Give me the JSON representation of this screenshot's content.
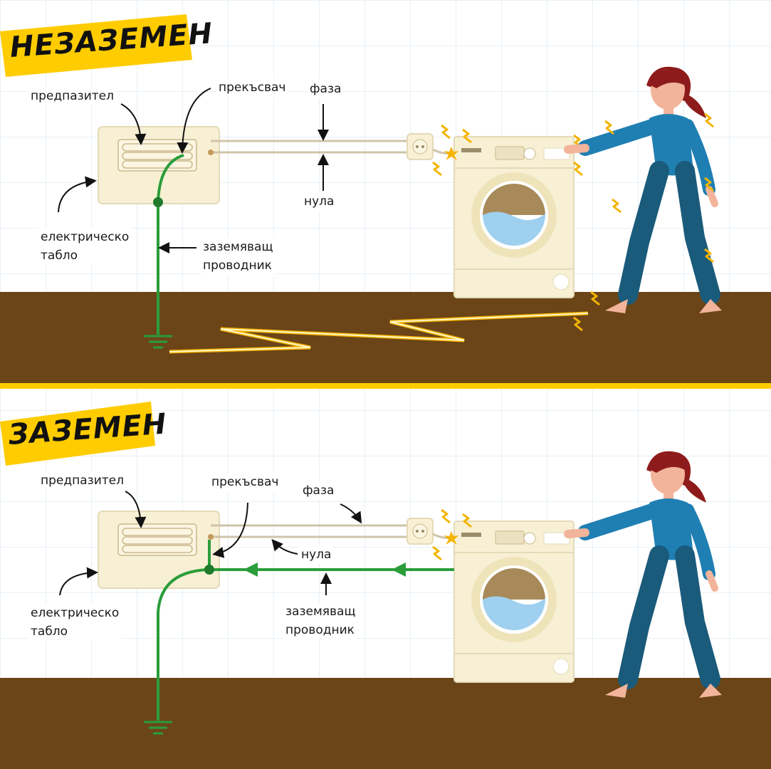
{
  "colors": {
    "background": "#ffffff",
    "grid": "#d9e6f0",
    "ground": "#6b4518",
    "title_band": "#ffcc00",
    "divider": "#ffcc00",
    "ground_wire": "#2a9d3a",
    "phase_wire": "#cfc4a8",
    "appliance": "#f7f0d4",
    "spark": "#f4b400",
    "shirt": "#1f7fb3",
    "pants": "#1a5a7a",
    "hair": "#8e1b1b",
    "skin": "#f2b49a"
  },
  "panels": [
    {
      "id": "ungrounded",
      "title": "НЕЗАЗЕМЕН",
      "labels": {
        "fuse": "предпазител",
        "breaker": "прекъсвач",
        "phase": "фаза",
        "neutral": "нула",
        "board": "електрическо\nтабло",
        "ground_conductor": "заземяващ\nпроводник"
      },
      "icons": [
        "breaker-panel-icon",
        "socket-icon",
        "washing-machine-icon",
        "person-icon",
        "spark-icon",
        "ground-symbol-icon",
        "lightning-icon"
      ]
    },
    {
      "id": "grounded",
      "title": "ЗАЗЕМЕН",
      "labels": {
        "fuse": "предпазител",
        "breaker": "прекъсвач",
        "phase": "фаза",
        "neutral": "нула",
        "board": "електрическо\nтабло",
        "ground_conductor": "заземяващ\nпроводник"
      },
      "icons": [
        "breaker-panel-icon",
        "socket-icon",
        "washing-machine-icon",
        "person-icon",
        "spark-icon",
        "ground-symbol-icon"
      ]
    }
  ]
}
